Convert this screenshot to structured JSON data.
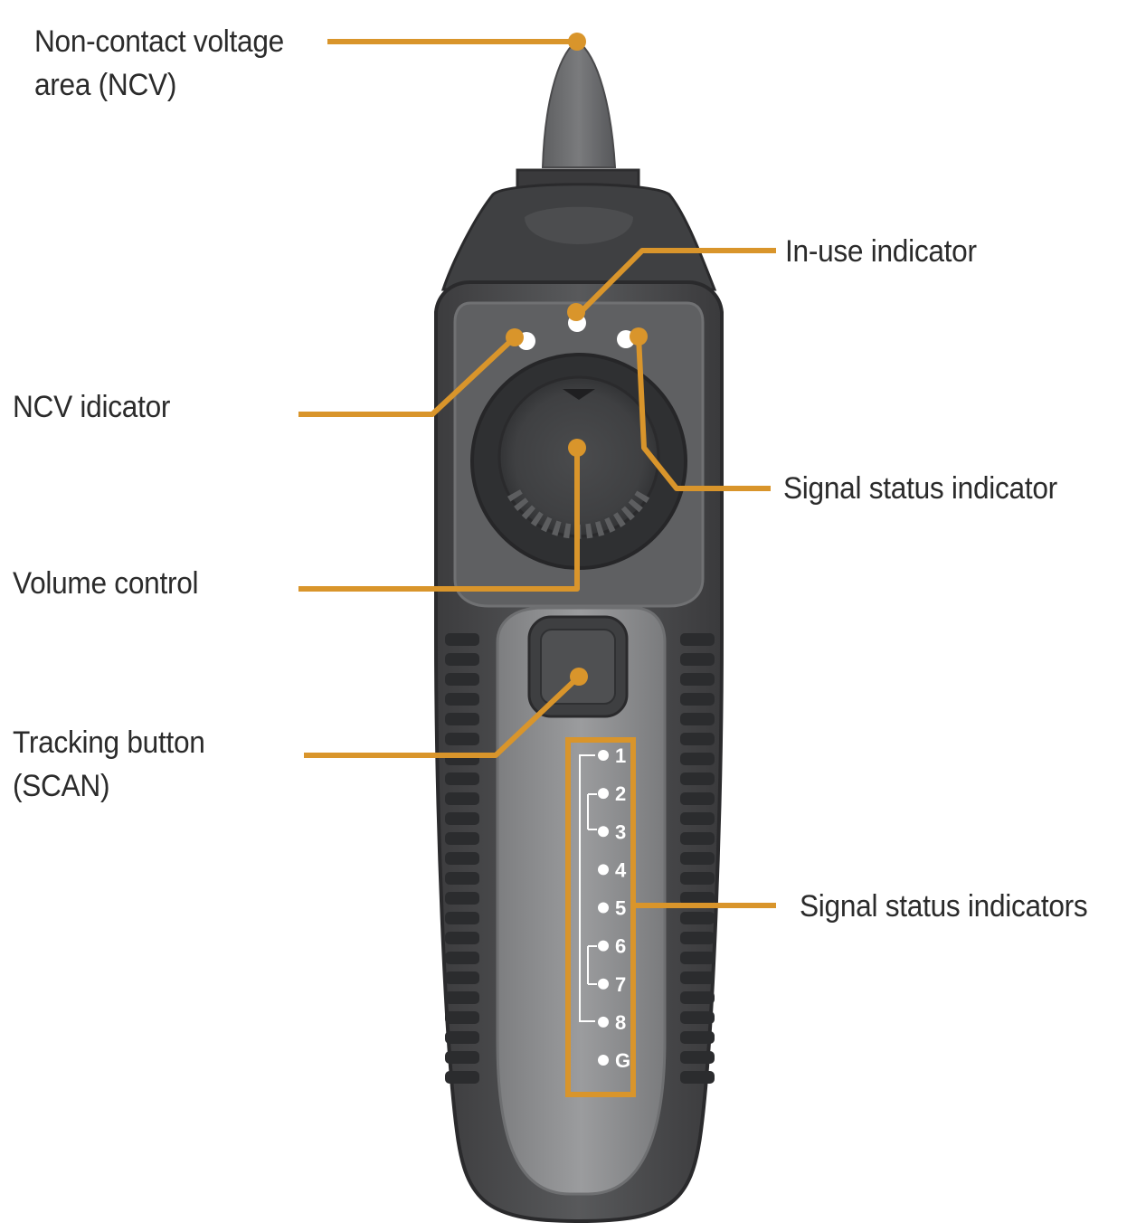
{
  "callouts": {
    "ncv_area": {
      "line1": "Non-contact voltage",
      "line2": "area (NCV)"
    },
    "in_use": "In-use indicator",
    "ncv_indicator": "NCV idicator",
    "signal_status": "Signal status indicator",
    "volume": "Volume control",
    "tracking": {
      "line1": "Tracking button",
      "line2": "(SCAN)"
    },
    "signal_indicators": "Signal status indicators"
  },
  "led_ladder": [
    "1",
    "2",
    "3",
    "4",
    "5",
    "6",
    "7",
    "8",
    "G"
  ],
  "colors": {
    "leader": "#d9952b",
    "body_dark": "#4a4a4c",
    "body_mid": "#636466",
    "panel_light": "#8d8e90",
    "text": "#2b2b2b"
  }
}
